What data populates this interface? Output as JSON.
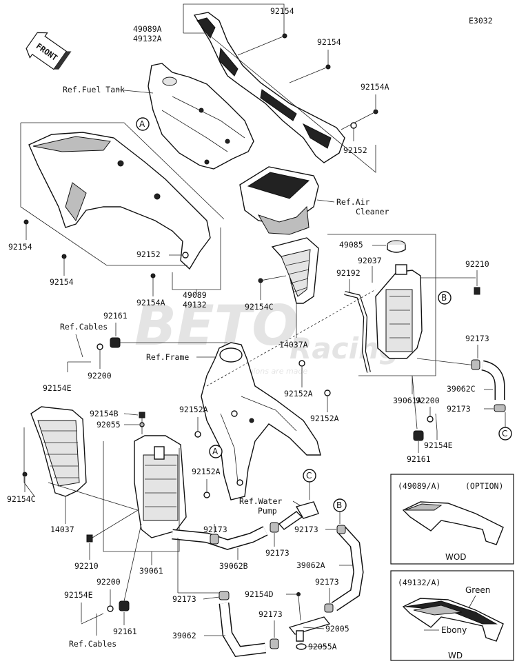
{
  "diagram_id": "E3032",
  "front_label": "FRONT",
  "watermark": {
    "brand": "BETO",
    "sub": "Racing",
    "tagline": "champions are made"
  },
  "callouts": [
    "A",
    "A",
    "B",
    "B",
    "C",
    "C"
  ],
  "labels": {
    "p49089A": "49089A",
    "p49132A": "49132A",
    "p92154_a": "92154",
    "p92154_b": "92154",
    "p92154A_top": "92154A",
    "p92152_top": "92152",
    "ref_fuel_tank": "Ref.Fuel Tank",
    "ref_air_cleaner_1": "Ref.Air",
    "ref_air_cleaner_2": "Cleaner",
    "p92154_l1": "92154",
    "p92154_l2": "92154",
    "p92152_mid": "92152",
    "p92154A_mid": "92154A",
    "p49089": "49089",
    "p49132": "49132",
    "p49085": "49085",
    "p92037": "92037",
    "p92192": "92192",
    "p92210_r": "92210",
    "p92154C_r": "92154C",
    "p14037A": "14037A",
    "ref_cables_top": "Ref.Cables",
    "p92161_top": "92161",
    "p92200_top": "92200",
    "p92154E_top": "92154E",
    "ref_frame": "Ref.Frame",
    "p92152A_1": "92152A",
    "p92152A_2": "92152A",
    "p92152A_3": "92152A",
    "p92152A_4": "92152A",
    "p39061A": "39061A",
    "p92173_r1": "92173",
    "p39062C": "39062C",
    "p92173_r2": "92173",
    "p92200_r": "92200",
    "p92154E_r": "92154E",
    "p92161_r": "92161",
    "p92154B": "92154B",
    "p92055": "92055",
    "p92154C_l": "92154C",
    "p14037": "14037",
    "p92210_l": "92210",
    "p39061": "39061",
    "p92173_m1": "92173",
    "p39062B": "39062B",
    "ref_water_pump_1": "Ref.Water",
    "ref_water_pump_2": "Pump",
    "p92173_m2": "92173",
    "p92173_m3": "92173",
    "p39062A": "39062A",
    "p92200_bl": "92200",
    "p92154E_bl": "92154E",
    "p92161_bl": "92161",
    "ref_cables_bottom": "Ref.Cables",
    "p92173_b1": "92173",
    "p39062": "39062",
    "p92154D": "92154D",
    "p92173_b2": "92173",
    "p92173_b3": "92173",
    "p92005": "92005",
    "p92055A": "92055A"
  },
  "option_boxes": [
    {
      "code": "(49089/A)",
      "note": "(OPTION)",
      "caption": "WOD"
    },
    {
      "code": "(49132/A)",
      "color1": "Green",
      "color2": "Ebony",
      "caption": "WD"
    }
  ]
}
